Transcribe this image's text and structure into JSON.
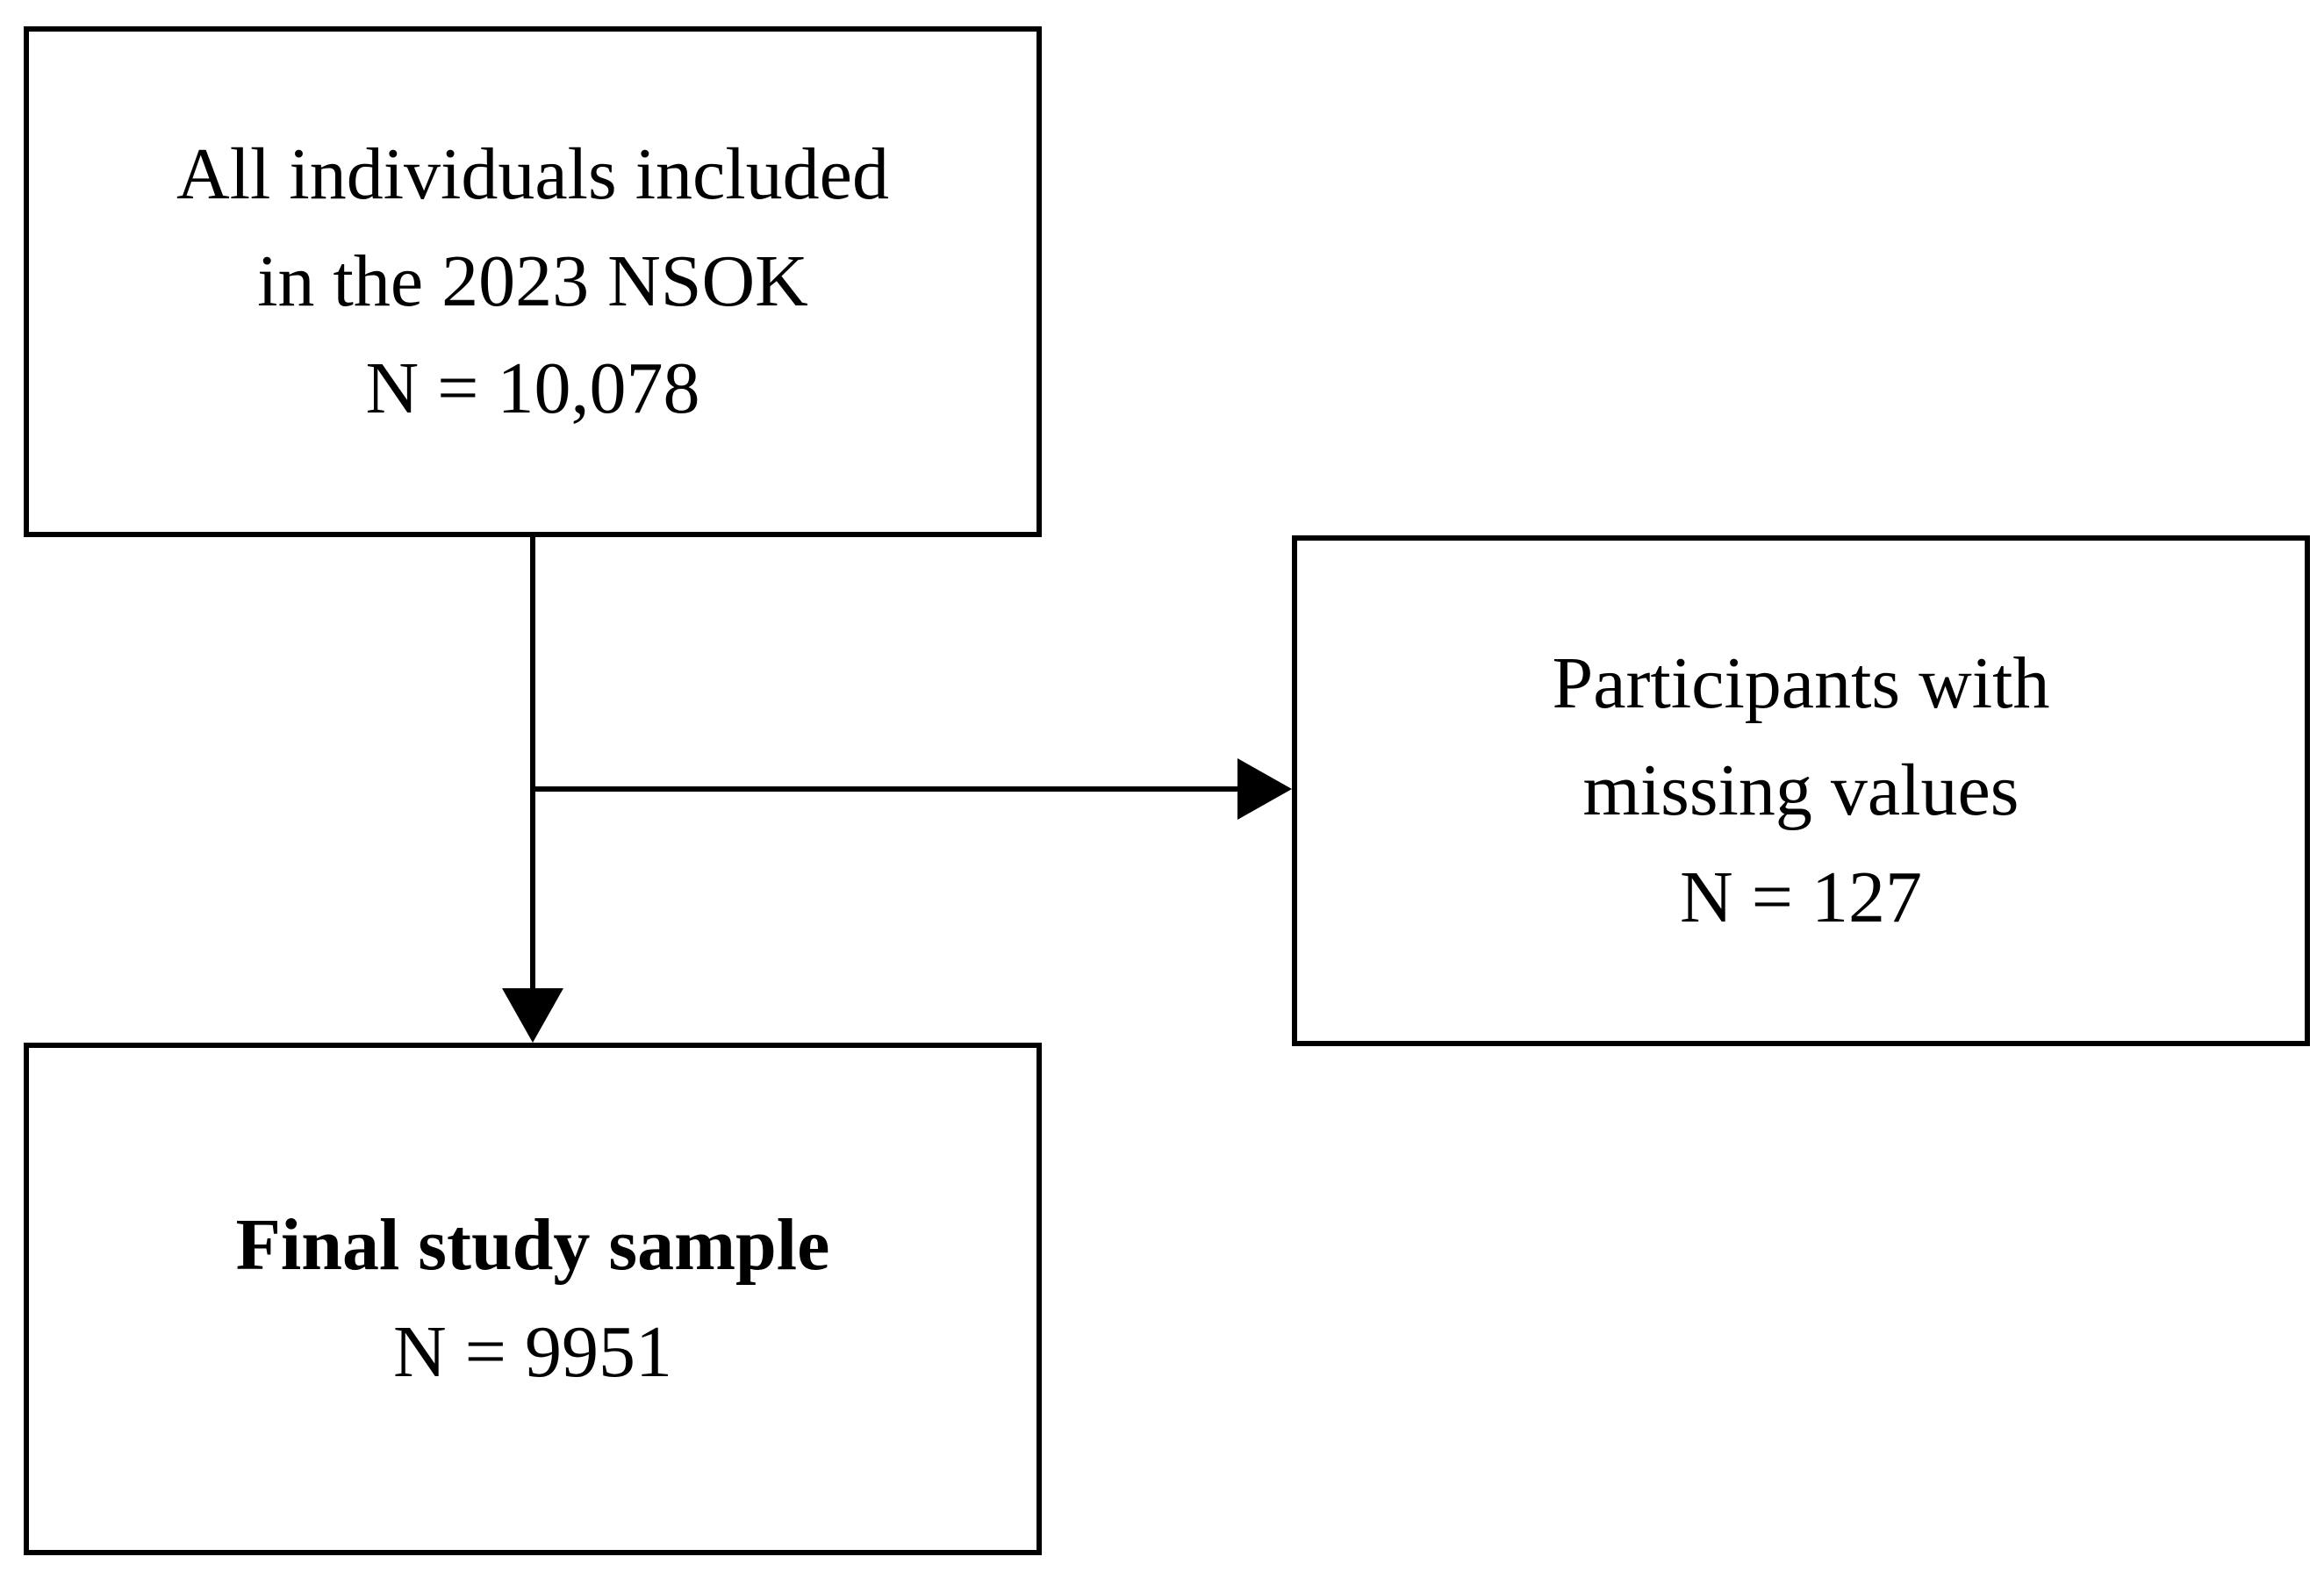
{
  "nodes": {
    "all_individuals": {
      "line1": "All individuals included",
      "line2": "in the 2023 NSOK",
      "count": "N = 10,078"
    },
    "excluded": {
      "line1": "Participants with",
      "line2": "missing values",
      "count": "N = 127"
    },
    "final_sample": {
      "title": "Final study sample",
      "count": "N = 9951"
    }
  },
  "edges": [
    {
      "from": "all_individuals",
      "to": "final_sample"
    },
    {
      "from": "all_individuals",
      "to": "excluded"
    }
  ],
  "colors": {
    "stroke": "#000000",
    "background": "#ffffff"
  }
}
